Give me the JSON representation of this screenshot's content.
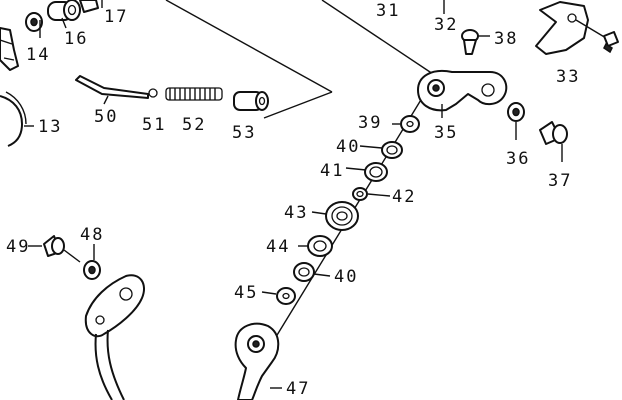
{
  "diagram": {
    "labels": [
      {
        "id": "14",
        "text": "14"
      },
      {
        "id": "16",
        "text": "16"
      },
      {
        "id": "17",
        "text": "17"
      },
      {
        "id": "31",
        "text": "31"
      },
      {
        "id": "32",
        "text": "32"
      },
      {
        "id": "38",
        "text": "38"
      },
      {
        "id": "33",
        "text": "33"
      },
      {
        "id": "13",
        "text": "13"
      },
      {
        "id": "50",
        "text": "50"
      },
      {
        "id": "51",
        "text": "51"
      },
      {
        "id": "52",
        "text": "52"
      },
      {
        "id": "53",
        "text": "53"
      },
      {
        "id": "39",
        "text": "39"
      },
      {
        "id": "35",
        "text": "35"
      },
      {
        "id": "40a",
        "text": "40"
      },
      {
        "id": "36",
        "text": "36"
      },
      {
        "id": "37",
        "text": "37"
      },
      {
        "id": "41",
        "text": "41"
      },
      {
        "id": "42",
        "text": "42"
      },
      {
        "id": "43",
        "text": "43"
      },
      {
        "id": "49",
        "text": "49"
      },
      {
        "id": "48",
        "text": "48"
      },
      {
        "id": "44",
        "text": "44"
      },
      {
        "id": "40b",
        "text": "40"
      },
      {
        "id": "45",
        "text": "45"
      },
      {
        "id": "47",
        "text": "47"
      }
    ]
  }
}
